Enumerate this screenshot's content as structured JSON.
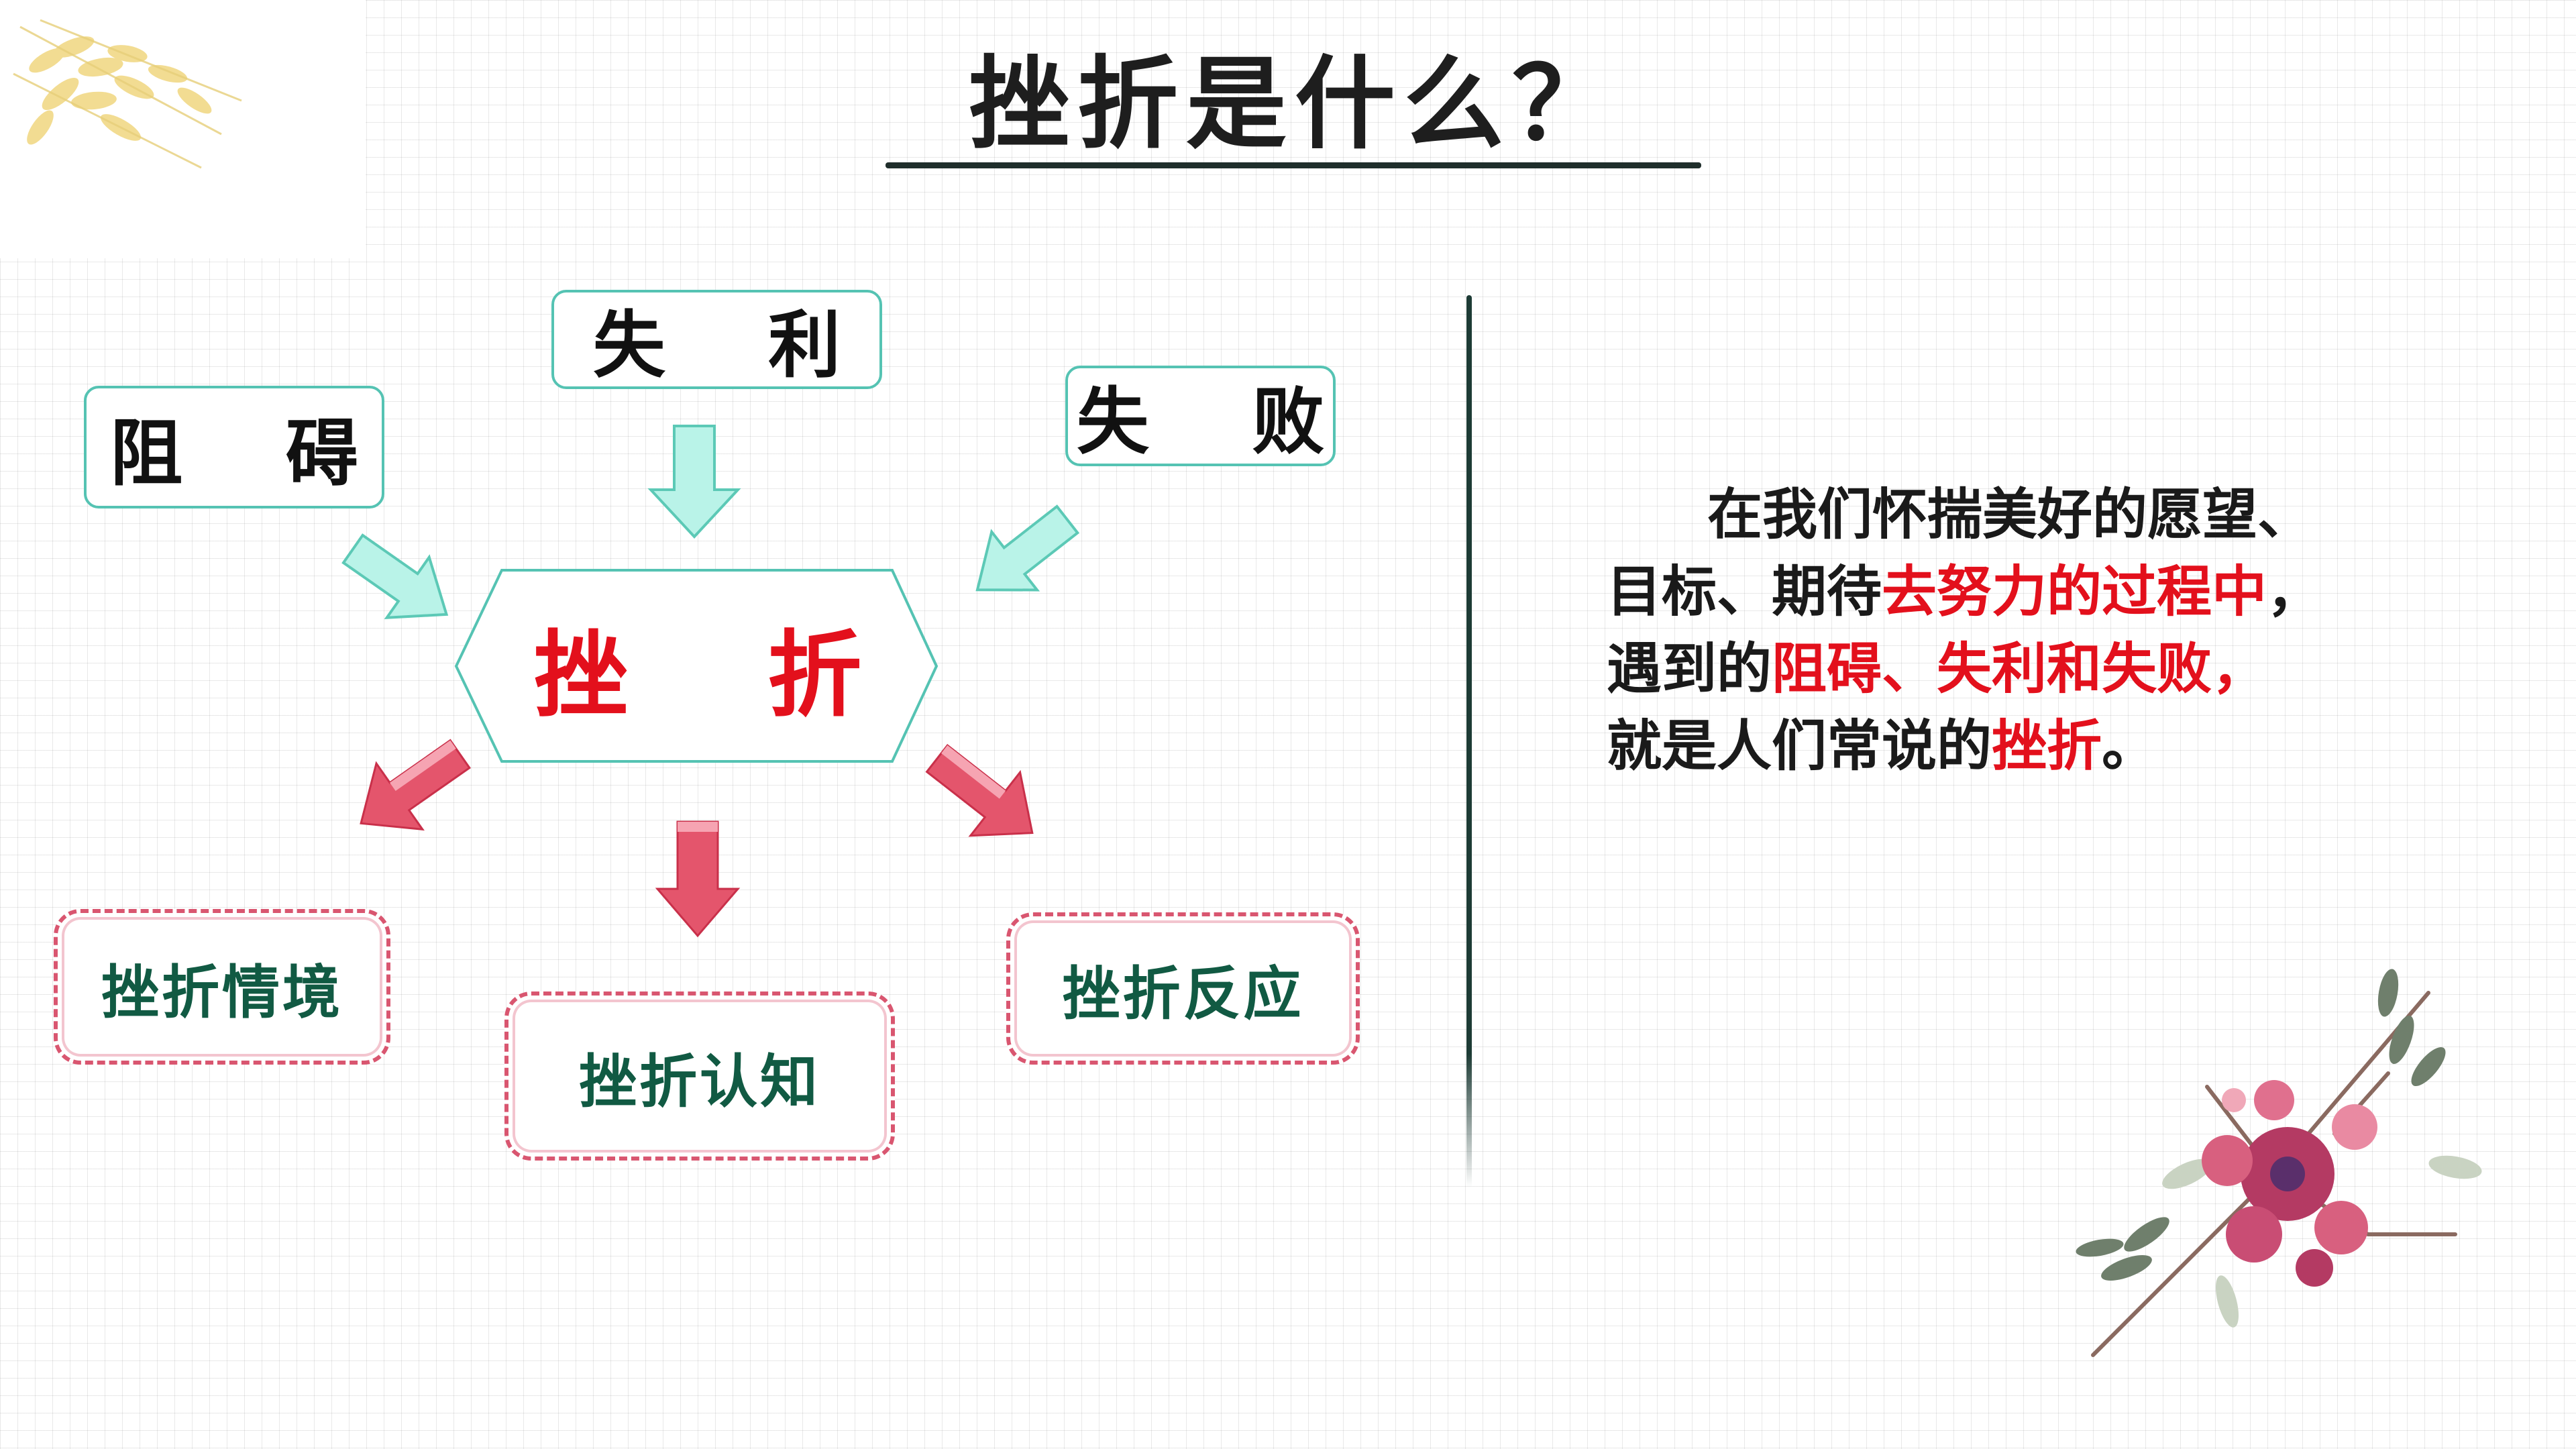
{
  "title": "挫折是什么？",
  "diagram": {
    "center": "挫 折",
    "causes": {
      "obstacle": "阻 碍",
      "setback": "失 利",
      "failure": "失 败"
    },
    "results": {
      "situation": "挫折情境",
      "cognition": "挫折认知",
      "reaction": "挫折反应"
    }
  },
  "explanation": {
    "p1": "在我们怀揣美好的愿望、",
    "p2a": "目标、期待",
    "p2b": "去努力的过程中",
    "p2c": "，",
    "p3a": "遇到的",
    "p3b": "阻碍、失利和失败",
    "p3c": "，",
    "p4a": "就是人们常说的",
    "p4b": "挫折",
    "p4c": "。"
  },
  "colors": {
    "accent_red": "#e3101c",
    "teal_border": "#55c3b3",
    "teal_arrow": "#b6f2e6",
    "pink_arrow": "#e4556c",
    "green_text": "#115a43"
  }
}
